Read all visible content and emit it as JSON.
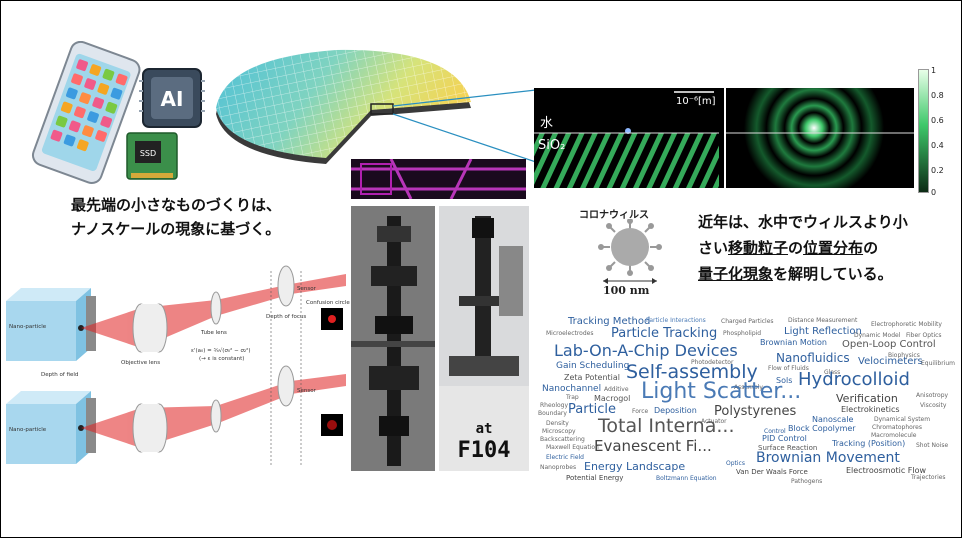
{
  "illustration": {
    "ai_chip_label": "AI",
    "ssd_label": "SSD"
  },
  "caption_left": {
    "line1": "最先端の小さなものづくりは、",
    "line2": "ナノスケールの現象に基づく。"
  },
  "simulation": {
    "scale_label": "10⁻⁶[m]",
    "water_label": "水",
    "substrate_label": "SiO₂",
    "colorbar_ticks": [
      "1",
      "0.8",
      "0.6",
      "0.4",
      "0.2",
      "0"
    ]
  },
  "virus": {
    "title": "コロナウィルス",
    "size_label": "100 nm"
  },
  "caption_right": {
    "line1": "近年は、水中でウィルスより小",
    "line2_pre": "さい",
    "line2_u1": "移動粒子",
    "line2_mid": "の",
    "line2_u2": "位置分布",
    "line2_post": "の",
    "line3_u": "量子化現象",
    "line3_post": "を解明している。"
  },
  "optics": {
    "label_nanoparticle": "Nano-particle",
    "label_objective": "Objective lens",
    "label_tube": "Tube lens",
    "label_depth_focus": "Depth of focus",
    "label_depth_field": "Depth of field",
    "label_sensor": "Sensor",
    "label_confusion": "Confusion circle",
    "label_eq": "ε'(a₀) = ¾√(σ₀² − σ₂²)",
    "label_sub": "(→ ε is constant)"
  },
  "lab": {
    "at_label": "at",
    "room_label": "F104"
  },
  "word_cloud": {
    "words": [
      {
        "text": "Tracking Method",
        "color": "#2e5f9e"
      },
      {
        "text": "Particle Interactions",
        "color": "#4a7ab5"
      },
      {
        "text": "Charged Particles",
        "color": "#666"
      },
      {
        "text": "Distance Measurement",
        "color": "#666"
      },
      {
        "text": "Electrophoretic Mobility",
        "color": "#666"
      },
      {
        "text": "Microelectrodes",
        "color": "#666"
      },
      {
        "text": "Particle Tracking",
        "color": "#2e5f9e"
      },
      {
        "text": "Phospholipid",
        "color": "#666"
      },
      {
        "text": "Light Reflection",
        "color": "#2e5f9e"
      },
      {
        "text": "Dynamic Model",
        "color": "#666"
      },
      {
        "text": "Fiber Optics",
        "color": "#666"
      },
      {
        "text": "Brownian Motion",
        "color": "#2e5f9e"
      },
      {
        "text": "Open-Loop Control",
        "color": "#555"
      },
      {
        "text": "Lab-On-A-Chip Devices",
        "color": "#2e5f9e"
      },
      {
        "text": "Biophysics",
        "color": "#666"
      },
      {
        "text": "Gain Scheduling",
        "color": "#2e5f9e"
      },
      {
        "text": "Photodetector",
        "color": "#666"
      },
      {
        "text": "Nanofluidics",
        "color": "#2e5f9e"
      },
      {
        "text": "Velocimeters",
        "color": "#2e5f9e"
      },
      {
        "text": "Equilibrium",
        "color": "#666"
      },
      {
        "text": "Zeta Potential",
        "color": "#555"
      },
      {
        "text": "Flow of Fluids",
        "color": "#666"
      },
      {
        "text": "Glass",
        "color": "#666"
      },
      {
        "text": "Self-assembly",
        "color": "#2e5f9e"
      },
      {
        "text": "Sols",
        "color": "#2e5f9e"
      },
      {
        "text": "Hydrocolloid",
        "color": "#2e5f9e"
      },
      {
        "text": "Nanochannel",
        "color": "#2e5f9e"
      },
      {
        "text": "Additive",
        "color": "#666"
      },
      {
        "text": "Assembly",
        "color": "#666"
      },
      {
        "text": "Anisotropy",
        "color": "#666"
      },
      {
        "text": "Trap",
        "color": "#666"
      },
      {
        "text": "Macrogol",
        "color": "#555"
      },
      {
        "text": "Light Scatter...",
        "color": "#4a7ab5"
      },
      {
        "text": "Verification",
        "color": "#444"
      },
      {
        "text": "Viscosity",
        "color": "#666"
      },
      {
        "text": "Rheology",
        "color": "#666"
      },
      {
        "text": "Particle",
        "color": "#2e5f9e"
      },
      {
        "text": "Force",
        "color": "#666"
      },
      {
        "text": "Deposition",
        "color": "#2e5f9e"
      },
      {
        "text": "Polystyrenes",
        "color": "#444"
      },
      {
        "text": "Electrokinetics",
        "color": "#444"
      },
      {
        "text": "Boundary",
        "color": "#666"
      },
      {
        "text": "Actuator",
        "color": "#666"
      },
      {
        "text": "Nanoscale",
        "color": "#2e5f9e"
      },
      {
        "text": "Dynamical System",
        "color": "#666"
      },
      {
        "text": "Density",
        "color": "#666"
      },
      {
        "text": "Block Copolymer",
        "color": "#2e5f9e"
      },
      {
        "text": "Chromatophores",
        "color": "#666"
      },
      {
        "text": "Total Interna...",
        "color": "#555"
      },
      {
        "text": "Control",
        "color": "#2e5f9e"
      },
      {
        "text": "Macromolecule",
        "color": "#666"
      },
      {
        "text": "Microscopy",
        "color": "#666"
      },
      {
        "text": "PID Control",
        "color": "#2e5f9e"
      },
      {
        "text": "Backscattering",
        "color": "#666"
      },
      {
        "text": "Maxwell Equation",
        "color": "#666"
      },
      {
        "text": "Tracking (Position)",
        "color": "#2e5f9e"
      },
      {
        "text": "Shot Noise",
        "color": "#666"
      },
      {
        "text": "Surface Reaction",
        "color": "#555"
      },
      {
        "text": "Evanescent Fi...",
        "color": "#444"
      },
      {
        "text": "Electric Field",
        "color": "#2e5f9e"
      },
      {
        "text": "Brownian Movement",
        "color": "#2e5f9e"
      },
      {
        "text": "Optics",
        "color": "#2e5f9e"
      },
      {
        "text": "Nanoprobes",
        "color": "#666"
      },
      {
        "text": "Energy Landscape",
        "color": "#2e5f9e"
      },
      {
        "text": "Van Der Waals Force",
        "color": "#444"
      },
      {
        "text": "Electroosmotic Flow",
        "color": "#444"
      },
      {
        "text": "Potential Energy",
        "color": "#444"
      },
      {
        "text": "Boltzmann Equation",
        "color": "#2e5f9e"
      },
      {
        "text": "Pathogens",
        "color": "#666"
      },
      {
        "text": "Trajectories",
        "color": "#666"
      }
    ]
  },
  "colors": {
    "laser": "#e02020",
    "sim_field": "#3ec86a",
    "wafer_edge": "#3a3a3a",
    "cloud_blue": "#2e5f9e"
  }
}
